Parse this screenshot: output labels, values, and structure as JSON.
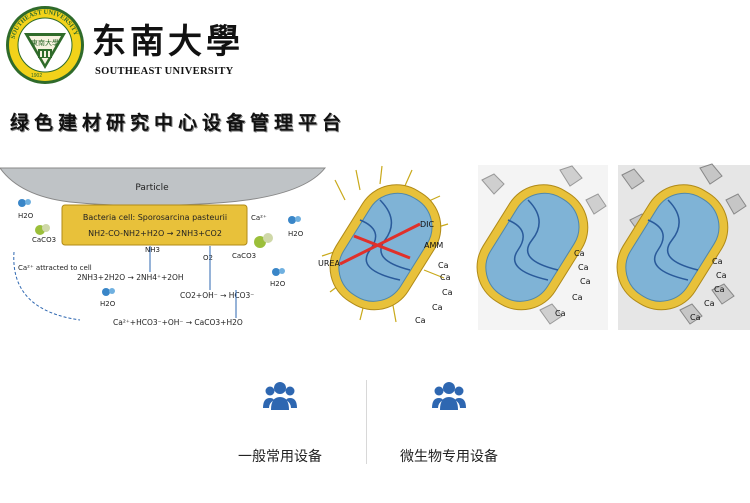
{
  "header": {
    "logo_name_cn": "东南大學",
    "logo_name_en": "SOUTHEAST UNIVERSITY",
    "seal_ring_text": "SOUTHEAST UNIVERSITY",
    "seal_inner_text": "東南大學",
    "seal_year": "1902",
    "platform_title": "绿色建材研究中心设备管理平台"
  },
  "banner": {
    "diagram": {
      "particle_label": "Particle",
      "cell_label": "Bacteria cell: Sporosarcina pasteurii",
      "cell_equation": "NH2-CO-NH2+H2O → 2NH3+CO2",
      "ca_left_text": "Ca²⁺ attracted to cell",
      "eq1": "2NH3+2H2O → 2NH4⁺+2OH",
      "eq2": "CO2+OH⁻ → HCO3⁻",
      "eq3": "Ca²⁺+HCO3⁻+OH⁻ → CaCO3+H2O",
      "h2o": "H2O",
      "caco3": "CaCO3",
      "nh3": "NH3",
      "o2": "O2",
      "ca2": "Ca²⁺"
    },
    "bacteria": {
      "labels": [
        "DIC",
        "AMM",
        "UREA",
        "Ca",
        "Ca",
        "Ca",
        "Ca",
        "Ca"
      ]
    }
  },
  "nav": {
    "items": [
      {
        "label": "一般常用设备",
        "icon": "users-icon"
      },
      {
        "label": "微生物专用设备",
        "icon": "users-icon"
      }
    ]
  },
  "colors": {
    "accent_blue": "#2e67b1",
    "cell_yellow": "#e8c13a",
    "seal_green": "#2f6b2a",
    "seal_yellow": "#f2d21a"
  }
}
